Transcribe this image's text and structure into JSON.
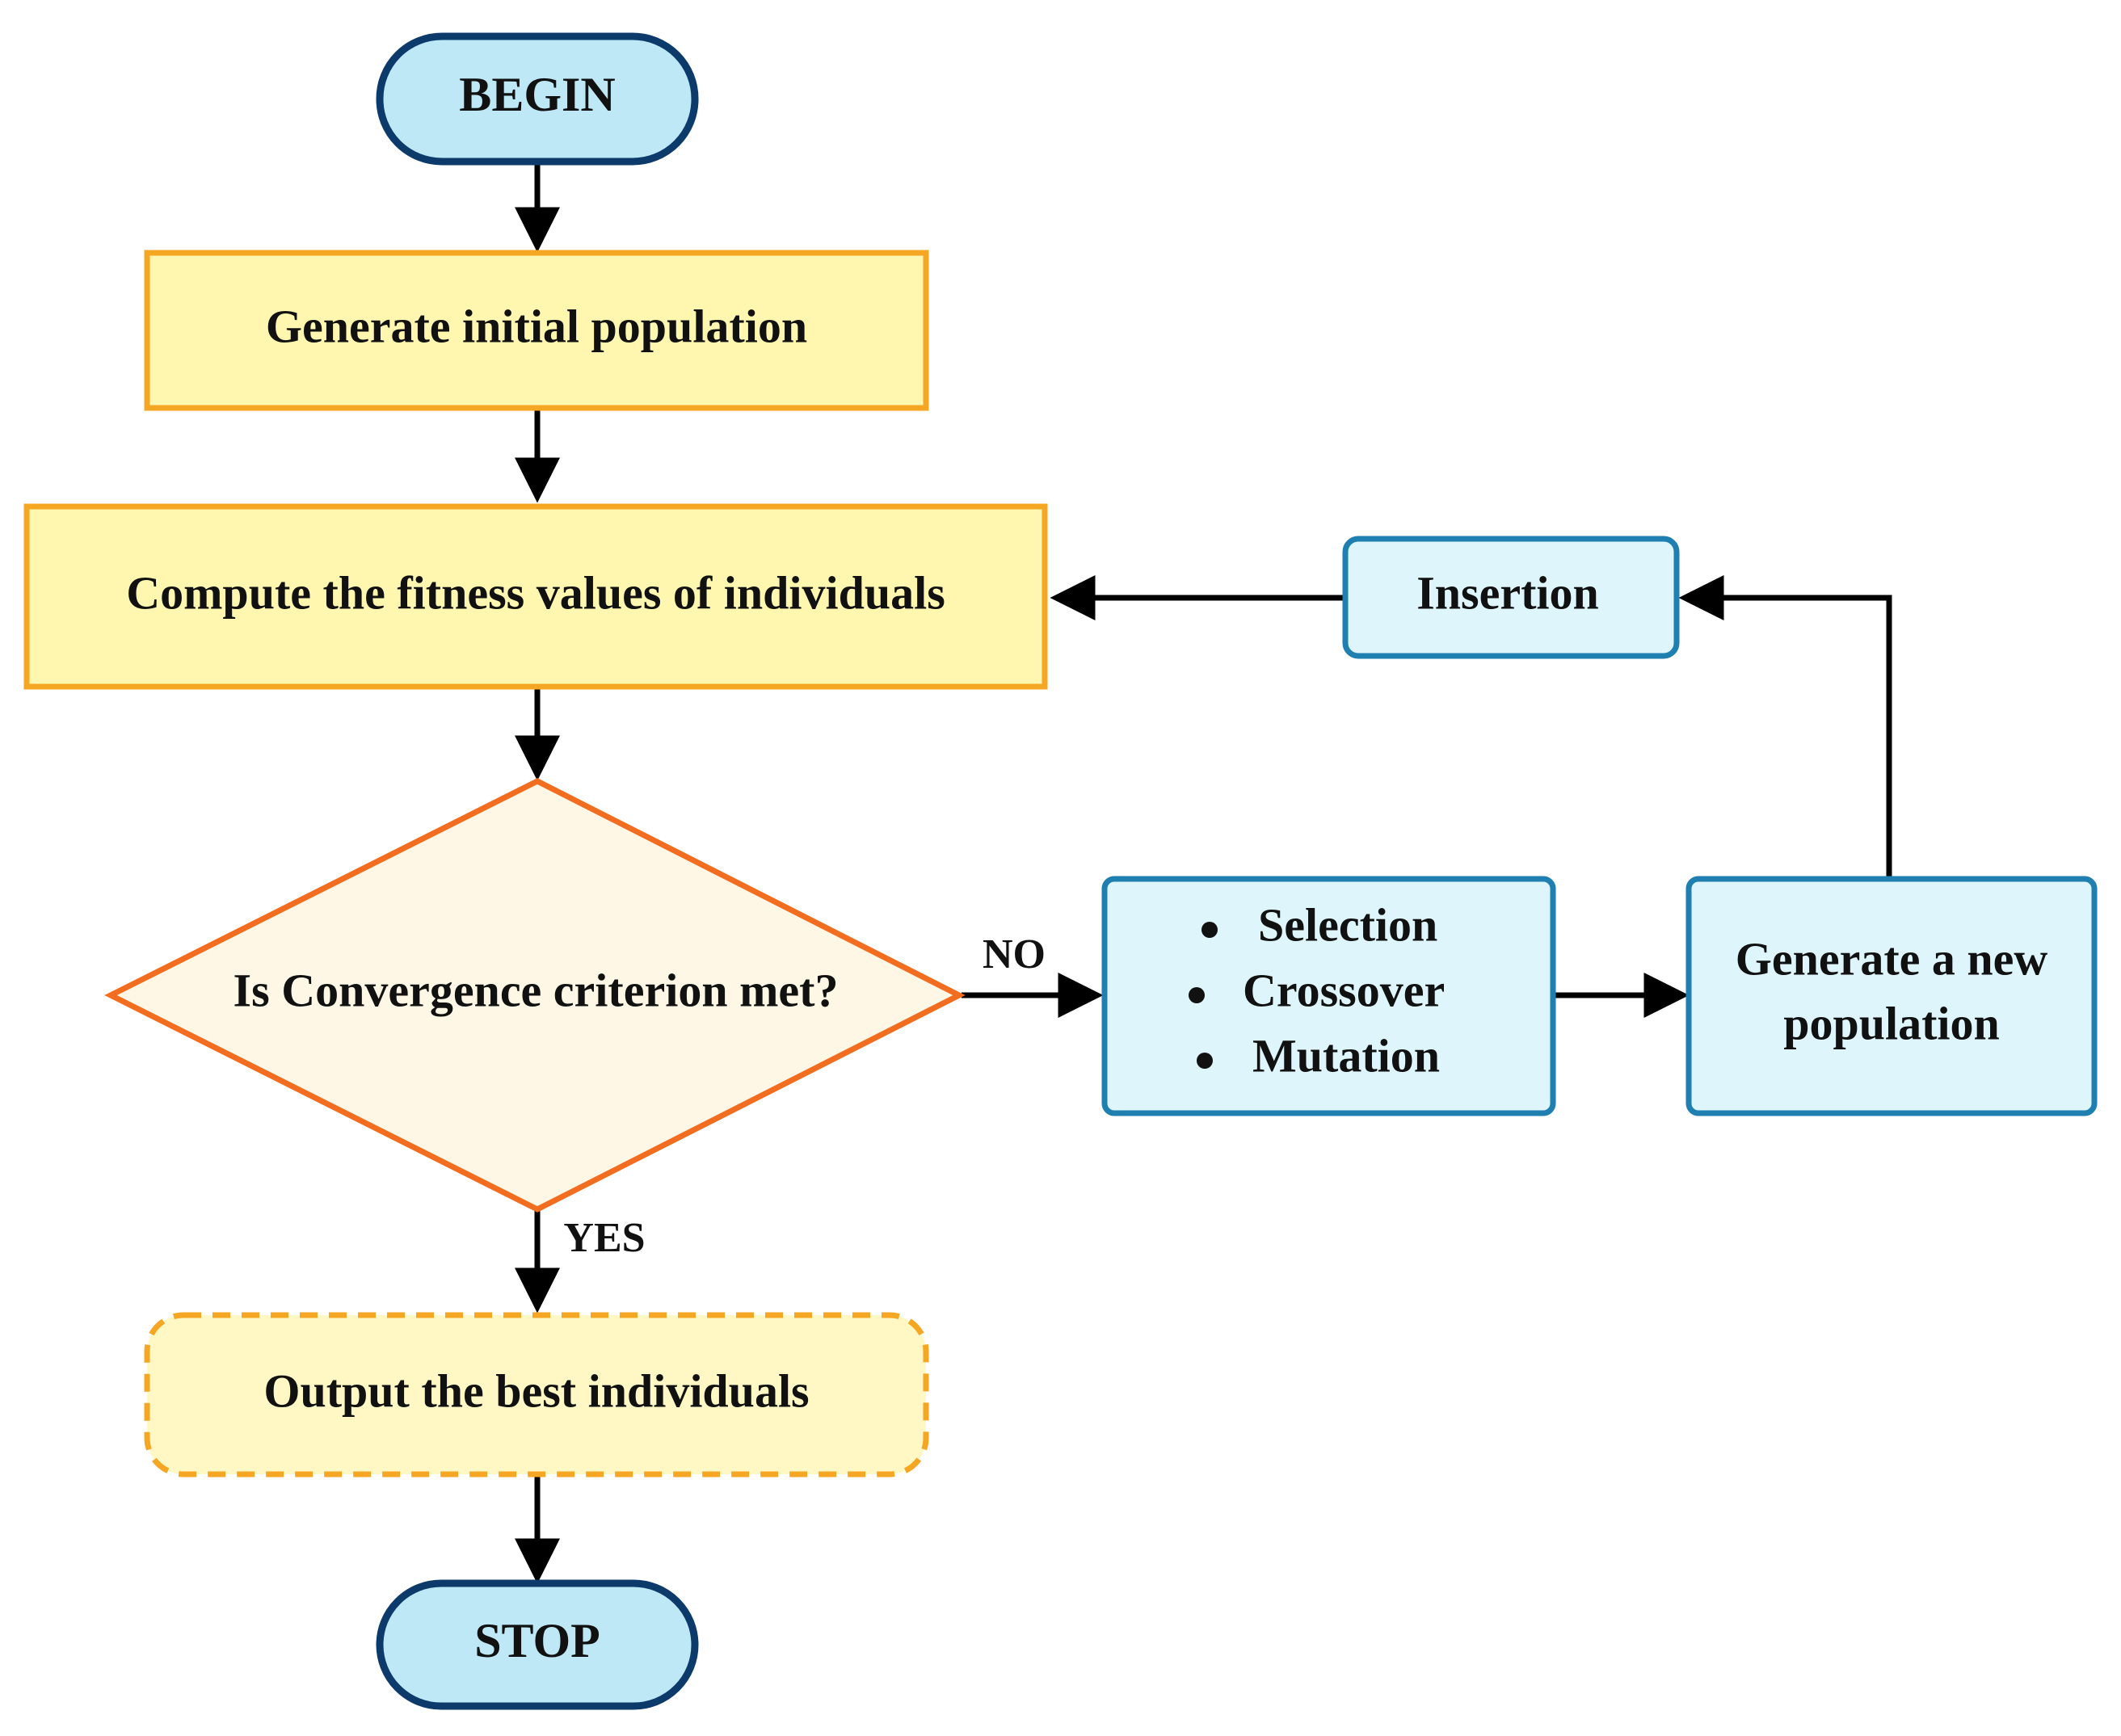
{
  "colors": {
    "terminal_fill": "#bfe8f6",
    "terminal_stroke": "#0b3a6b",
    "process_fill": "#fff6b0",
    "process_stroke": "#f5a623",
    "decision_fill": "#fff7e6",
    "decision_stroke": "#f26d1f",
    "op_fill": "#ddf5fb",
    "op_stroke": "#1f7fb0",
    "output_fill": "#fff8c4",
    "output_stroke": "#f5a623",
    "arrow": "#000000"
  },
  "nodes": {
    "begin": "BEGIN",
    "generate_initial": "Generate initial population",
    "compute_fitness": "Compute the fitness values of individuals",
    "decision": "Is Convergence criterion met?",
    "operators": [
      "Selection",
      "Crossover",
      "Mutation"
    ],
    "new_population": [
      "Generate a new",
      "population"
    ],
    "insertion": "Insertion",
    "output_best": "Output the best individuals",
    "stop": "STOP"
  },
  "edge_labels": {
    "no": "NO",
    "yes": "YES"
  }
}
